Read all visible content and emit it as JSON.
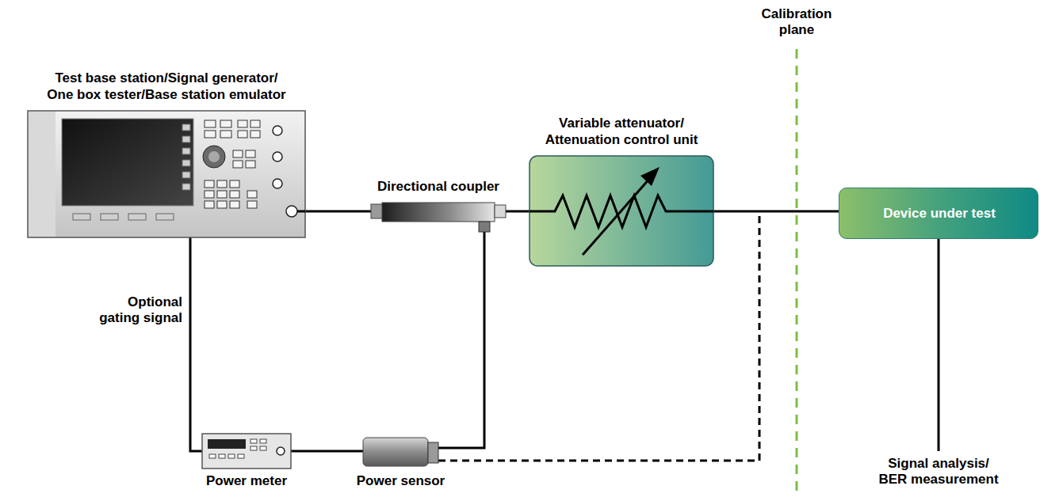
{
  "diagram": {
    "nodes": [
      {
        "text": [
          "Test base station/Signal generator/ One box tester/Base station emulator"
        ]
      },
      {
        "text": [
          "Directional coupler"
        ]
      },
      {
        "text": [
          "Variable attenuator/ Attenuation control unit"
        ]
      },
      {
        "text": [
          "Device under test"
        ]
      },
      {
        "text": [
          "Power meter"
        ]
      },
      {
        "text": [
          "Power sensor"
        ]
      }
    ],
    "edges": [
      {
        "from": 0,
        "to": 1,
        "arrow": "none"
      },
      {
        "from": 1,
        "to": 2,
        "arrow": "none"
      },
      {
        "from": 2,
        "to": 3,
        "arrow": "none"
      },
      {
        "from": 0,
        "to": 4,
        "label": "Optional gating signal",
        "arrow": "none"
      },
      {
        "from": 4,
        "to": 5,
        "arrow": "none"
      },
      {
        "from": 5,
        "to": 1,
        "arrow": "none"
      }
    ],
    "labels": [
      "Calibration plane",
      "Signal analysis/ BER measurement"
    ]
  }
}
